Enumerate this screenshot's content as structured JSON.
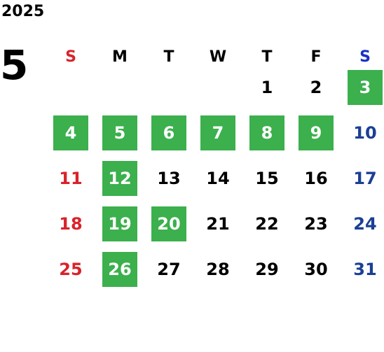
{
  "year": "2025",
  "month": "5",
  "weekday_headers": [
    "S",
    "M",
    "T",
    "W",
    "T",
    "F",
    "S"
  ],
  "colors": {
    "highlight": "#3bb04d",
    "sunday": "#d9232b",
    "saturday": "#1b3f94",
    "saturday_header": "#1a31c4",
    "text": "#000000"
  },
  "weeks": [
    [
      {
        "day": ""
      },
      {
        "day": ""
      },
      {
        "day": ""
      },
      {
        "day": ""
      },
      {
        "day": "1"
      },
      {
        "day": "2"
      },
      {
        "day": "3",
        "highlighted": true
      }
    ],
    [
      {
        "day": "4",
        "highlighted": true
      },
      {
        "day": "5",
        "highlighted": true
      },
      {
        "day": "6",
        "highlighted": true
      },
      {
        "day": "7",
        "highlighted": true
      },
      {
        "day": "8",
        "highlighted": true
      },
      {
        "day": "9",
        "highlighted": true
      },
      {
        "day": "10"
      }
    ],
    [
      {
        "day": "11"
      },
      {
        "day": "12",
        "highlighted": true
      },
      {
        "day": "13"
      },
      {
        "day": "14"
      },
      {
        "day": "15"
      },
      {
        "day": "16"
      },
      {
        "day": "17"
      }
    ],
    [
      {
        "day": "18"
      },
      {
        "day": "19",
        "highlighted": true
      },
      {
        "day": "20",
        "highlighted": true
      },
      {
        "day": "21"
      },
      {
        "day": "22"
      },
      {
        "day": "23"
      },
      {
        "day": "24"
      }
    ],
    [
      {
        "day": "25"
      },
      {
        "day": "26",
        "highlighted": true
      },
      {
        "day": "27"
      },
      {
        "day": "28"
      },
      {
        "day": "29"
      },
      {
        "day": "30"
      },
      {
        "day": "31"
      }
    ]
  ]
}
